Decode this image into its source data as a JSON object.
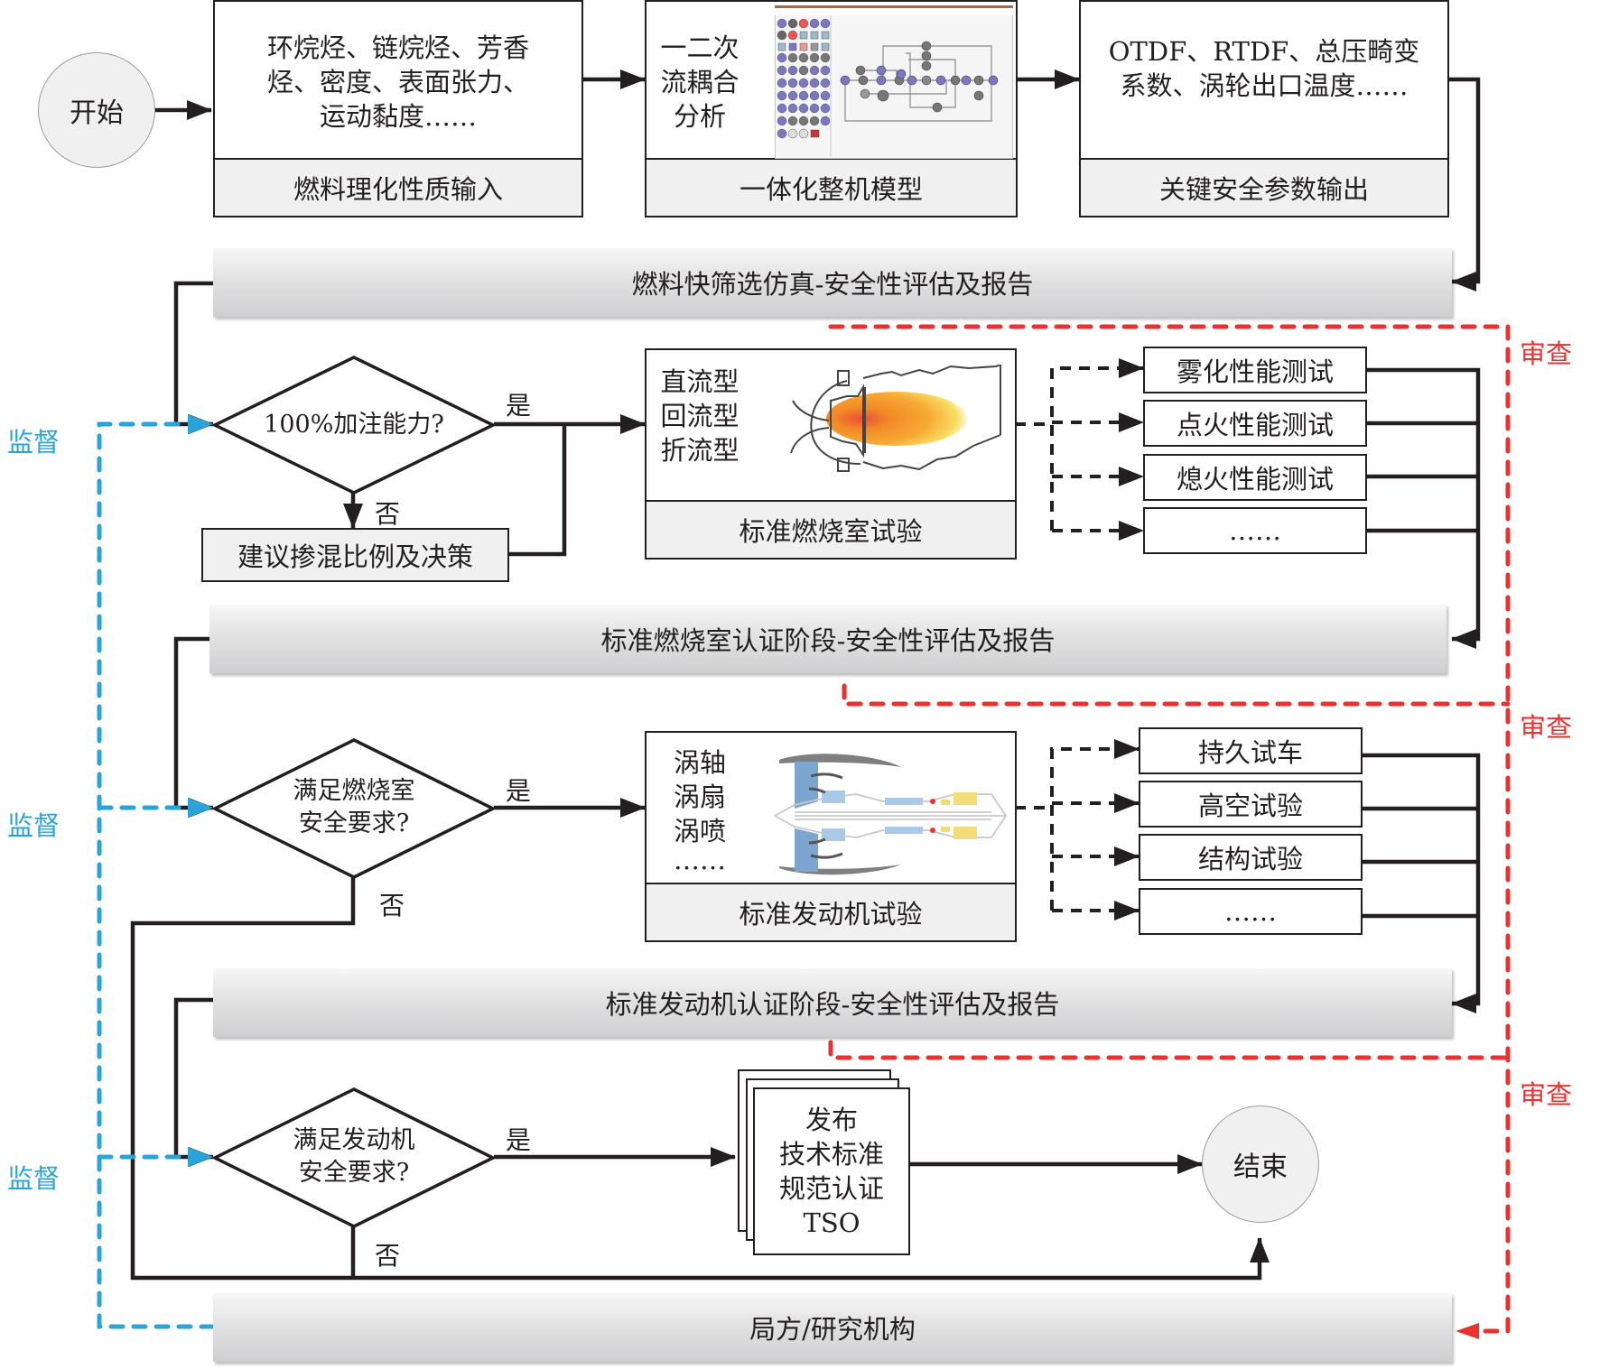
{
  "start": "开始",
  "end": "结束",
  "input_box": {
    "content": "环烷烃、链烷烃、芳香烃、密度、表面张力、运动黏度……",
    "content_lines": [
      "环烷烃、链烷烃、芳香",
      "烃、密度、表面张力、",
      "运动黏度……"
    ],
    "title": "燃料理化性质输入"
  },
  "model_box": {
    "content_lines": [
      "一二次",
      "流耦合",
      "分析"
    ],
    "title": "一体化整机模型",
    "image": "software-flow-network-screenshot"
  },
  "output_box": {
    "content_lines": [
      "OTDF、RTDF、总压畸变",
      "系数、涡轮出口温度……"
    ],
    "title": "关键安全参数输出"
  },
  "bands": {
    "screening": "燃料快筛选仿真-安全性评估及报告",
    "combustor_cert": "标准燃烧室认证阶段-安全性评估及报告",
    "engine_cert": "标准发动机认证阶段-安全性评估及报告",
    "authority": "局方/研究机构"
  },
  "decisions": {
    "d1": {
      "lines": [
        "100%加注能力?"
      ]
    },
    "d2": {
      "lines": [
        "满足燃烧室",
        "安全要求?"
      ]
    },
    "d3": {
      "lines": [
        "满足发动机",
        "安全要求?"
      ]
    }
  },
  "yes_label": "是",
  "no_label": "否",
  "blend_box": "建议掺混比例及决策",
  "combustor_box": {
    "types": [
      "直流型",
      "回流型",
      "折流型"
    ],
    "title": "标准燃烧室试验",
    "image": "combustor-flame-illustration"
  },
  "engine_box": {
    "types": [
      "涡轴",
      "涡扇",
      "涡喷",
      "……"
    ],
    "title": "标准发动机试验",
    "image": "turbofan-cross-section-illustration"
  },
  "combustor_tests": [
    "雾化性能测试",
    "点火性能测试",
    "熄火性能测试",
    "……"
  ],
  "engine_tests": [
    "持久试车",
    "高空试验",
    "结构试验",
    "……"
  ],
  "publish_doc": {
    "lines": [
      "发布",
      "技术标准",
      "规范认证",
      "TSO"
    ]
  },
  "supervise_label": "监督",
  "review_label": "审查",
  "colors": {
    "line": "#231f20",
    "supervise": "#29a3d8",
    "review": "#e8322f",
    "box_fill": "#f0f0f0"
  }
}
